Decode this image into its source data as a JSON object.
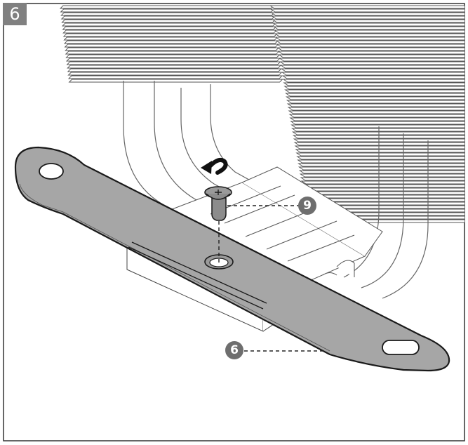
{
  "step": {
    "number": "6"
  },
  "callouts": {
    "screw": "9",
    "mounting_bar": "6"
  },
  "colors": {
    "badge": "#808080",
    "callout": "#6e6e6e",
    "bar_fill": "#a6a6a6",
    "outline": "#1a1a1a"
  },
  "icons": {
    "rotation": "counterclockwise-arrow-icon"
  }
}
